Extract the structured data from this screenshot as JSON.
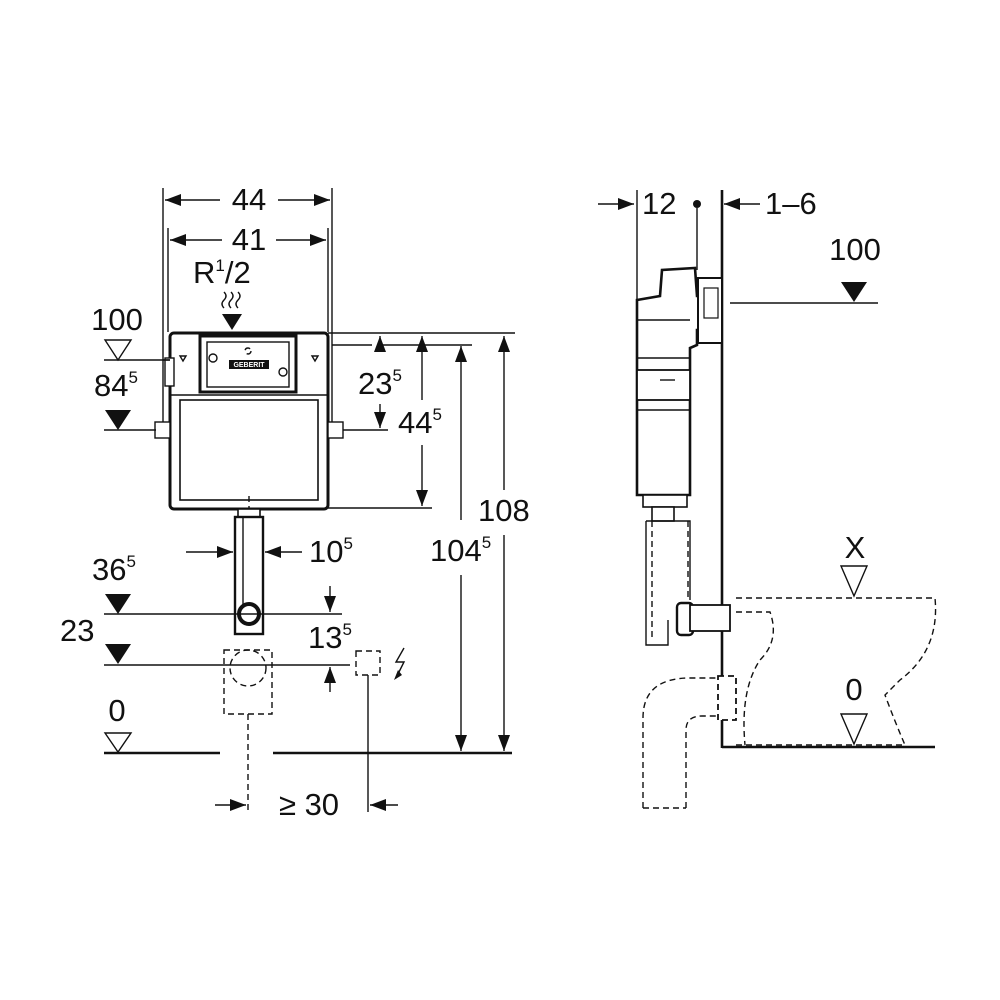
{
  "front_view": {
    "width_outer": "44",
    "width_inner": "41",
    "connection": {
      "base": "R",
      "sup": "1",
      "rest": "/2"
    },
    "level_100": "100",
    "level_84": {
      "base": "84",
      "sup": "5"
    },
    "dim_23": {
      "base": "23",
      "sup": "5"
    },
    "dim_44": {
      "base": "44",
      "sup": "5"
    },
    "dim_108": "108",
    "dim_104": {
      "base": "104",
      "sup": "5"
    },
    "pipe_10": {
      "base": "10",
      "sup": "5"
    },
    "level_36": {
      "base": "36",
      "sup": "5"
    },
    "level_23": "23",
    "dim_13": {
      "base": "13",
      "sup": "5"
    },
    "level_0": "0",
    "min_distance": "≥ 30",
    "brand_label": "GEBERIT"
  },
  "side_view": {
    "dim_12": "12",
    "dim_1_6": "1–6",
    "level_100": "100",
    "level_x": "X",
    "level_0": "0"
  }
}
